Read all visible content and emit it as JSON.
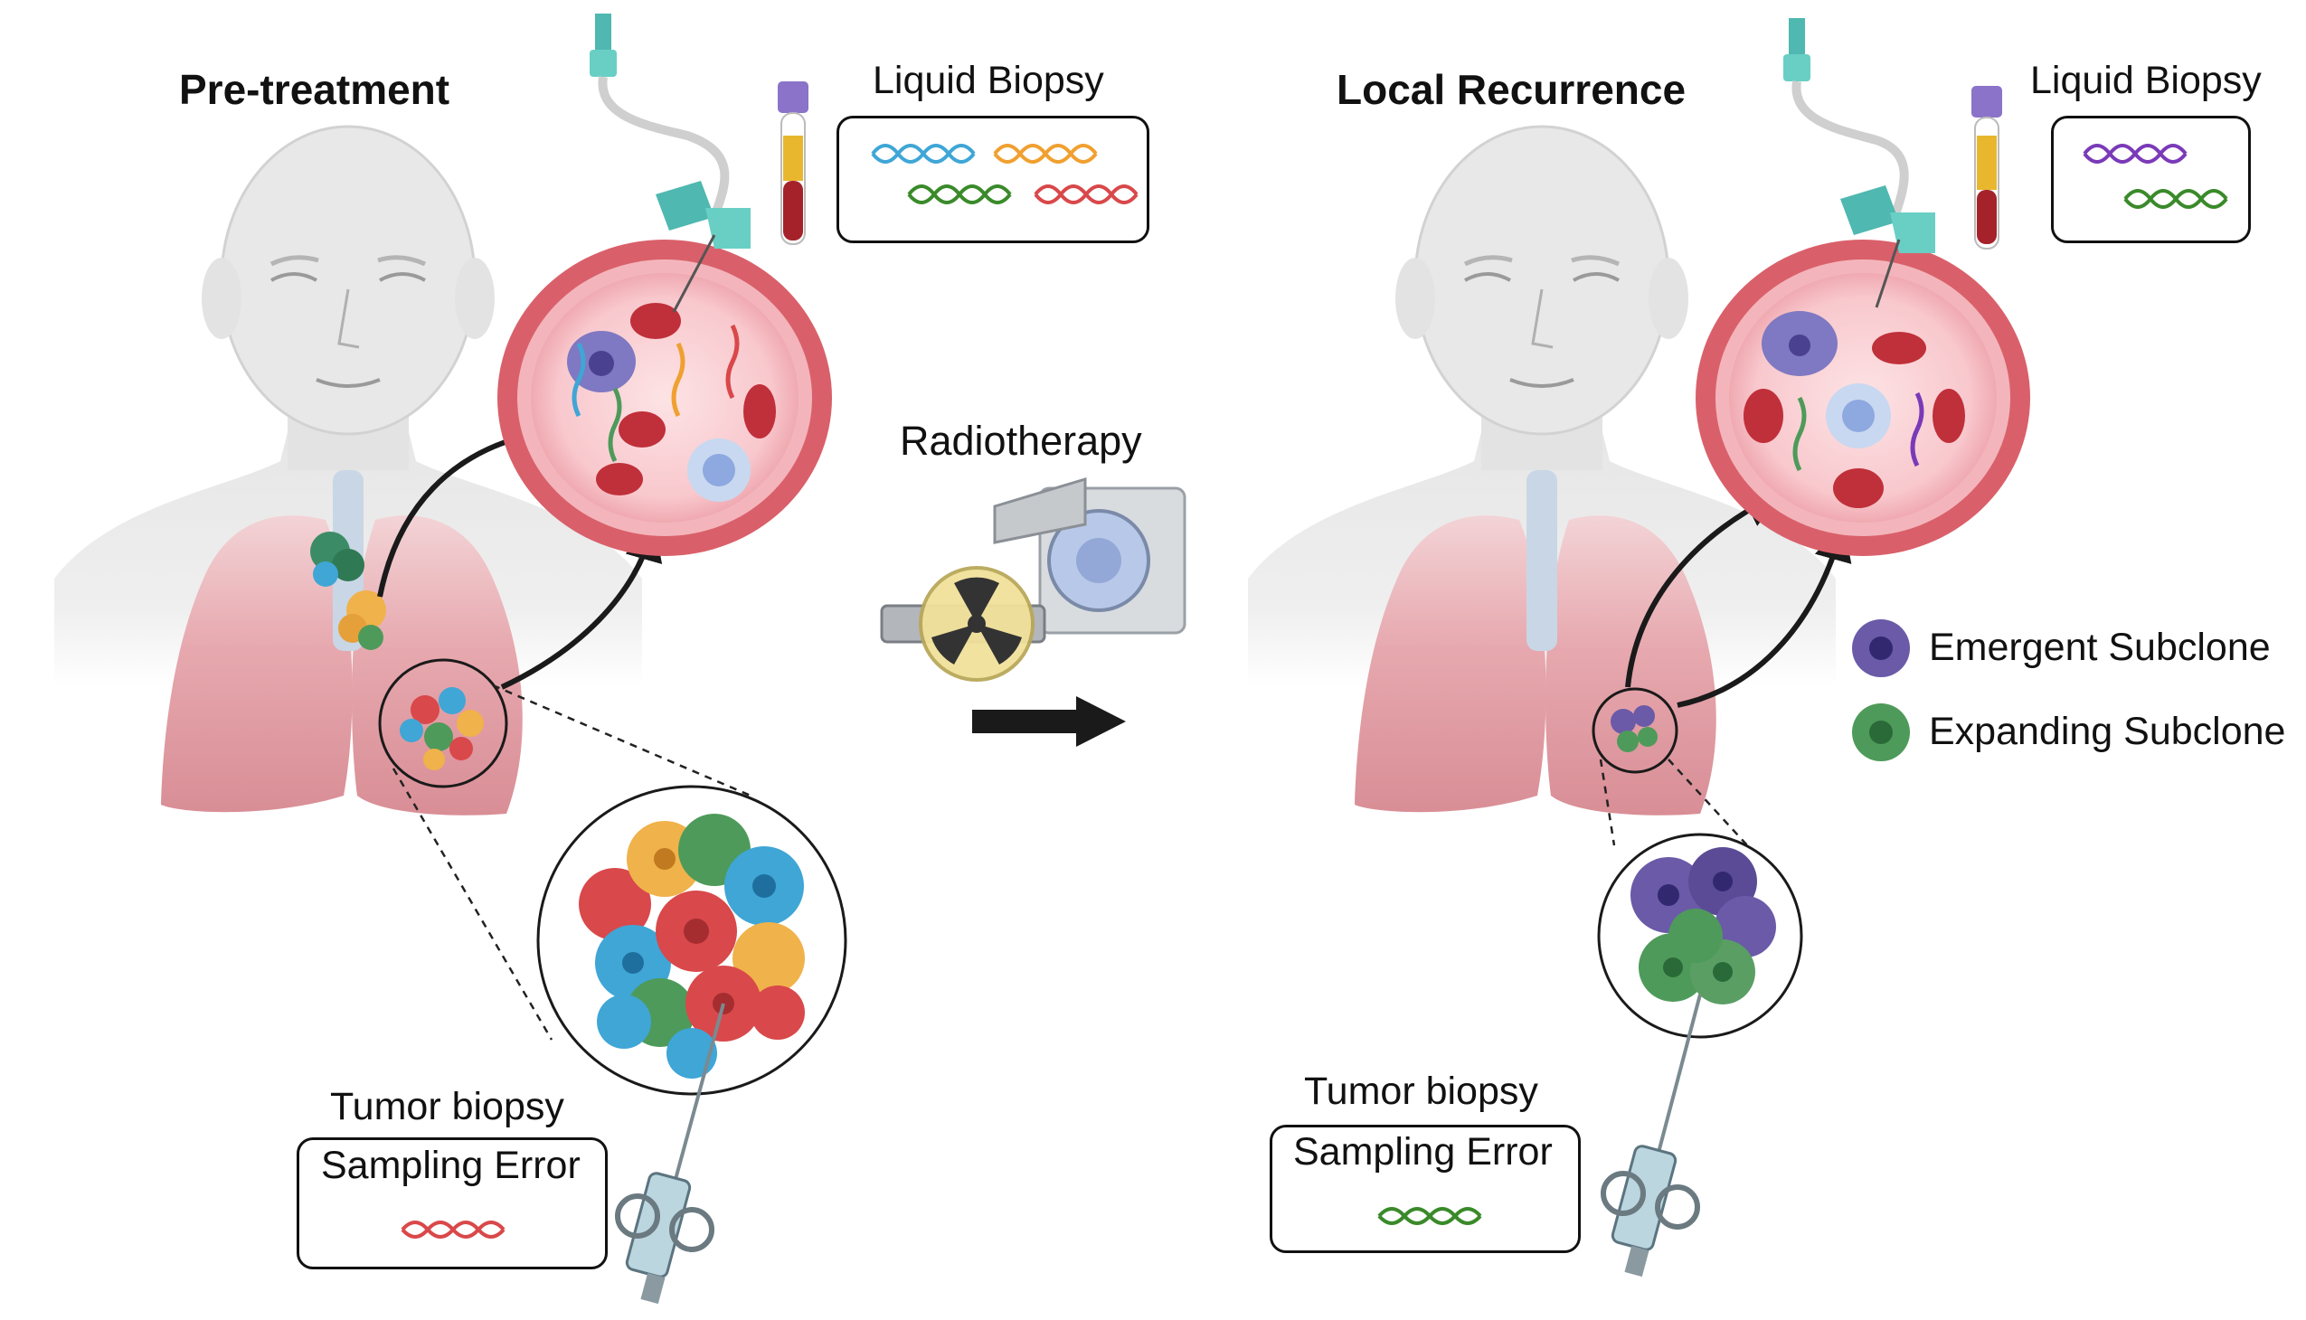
{
  "panels": {
    "left": {
      "title": "Pre-treatment",
      "liquid_biopsy_label": "Liquid Biopsy",
      "tumor_biopsy_label": "Tumor biopsy",
      "sampling_error_label": "Sampling Error"
    },
    "center": {
      "therapy_label": "Radiotherapy"
    },
    "right": {
      "title": "Local Recurrence",
      "liquid_biopsy_label": "Liquid Biopsy",
      "tumor_biopsy_label": "Tumor biopsy",
      "sampling_error_label": "Sampling Error"
    }
  },
  "legend": {
    "emergent": "Emergent Subclone",
    "expanding": "Expanding Subclone"
  },
  "colors": {
    "blue_clone": "#3fa6d6",
    "orange_clone": "#f0b24a",
    "green_clone": "#4e9a5a",
    "red_clone": "#d9484a",
    "purple_clone": "#6a5aa8",
    "lung": "#e2a0a8",
    "vessel": "#d9606a",
    "needle": "#4fb8b0"
  }
}
